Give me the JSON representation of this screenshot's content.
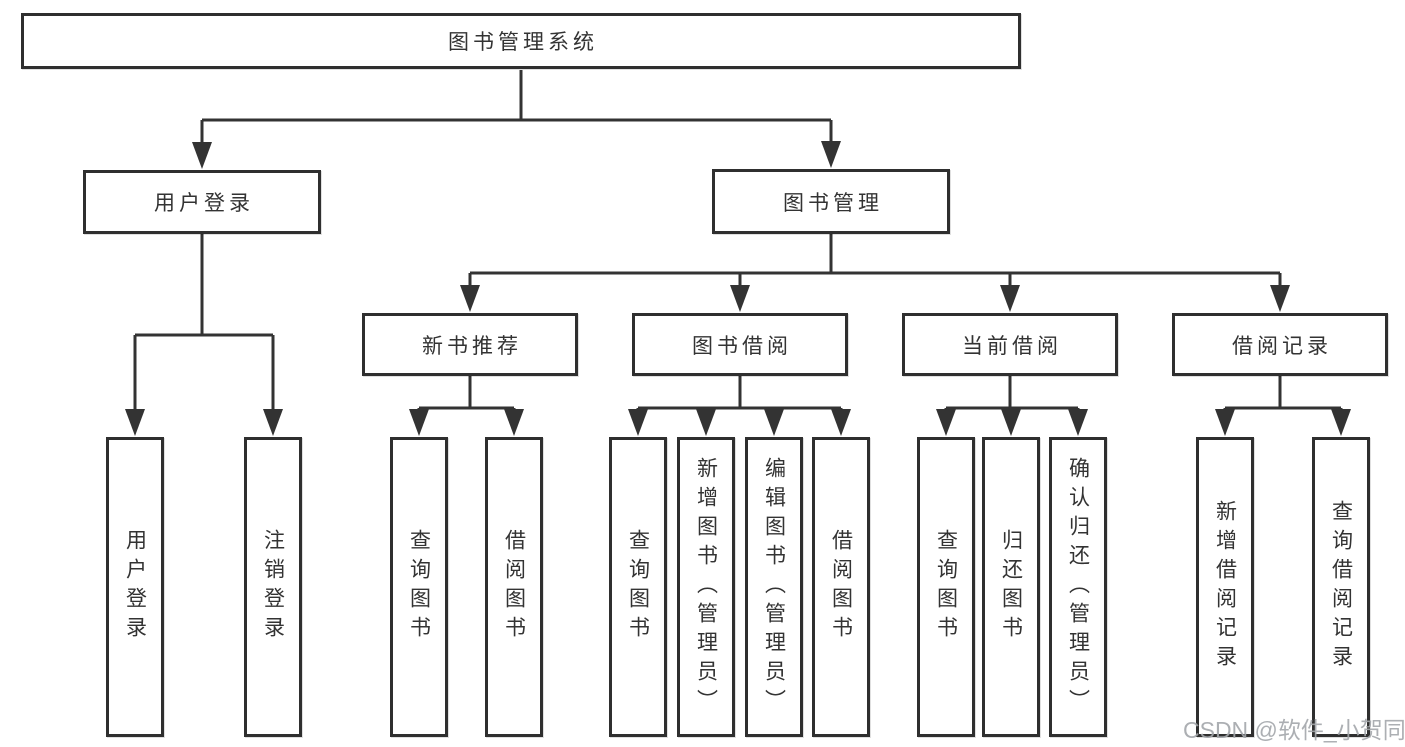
{
  "diagram": {
    "root": {
      "label": "图书管理系统"
    },
    "level2": [
      {
        "id": "user-login",
        "label": "用户登录"
      },
      {
        "id": "book-management",
        "label": "图书管理"
      }
    ],
    "level3": [
      {
        "id": "new-book-recommendation",
        "label": "新书推荐",
        "parent": "图书管理"
      },
      {
        "id": "book-borrowing",
        "label": "图书借阅",
        "parent": "图书管理"
      },
      {
        "id": "current-borrowing",
        "label": "当前借阅",
        "parent": "图书管理"
      },
      {
        "id": "borrowing-records",
        "label": "借阅记录",
        "parent": "图书管理"
      }
    ],
    "leaves": [
      {
        "parent": "用户登录",
        "label": "用户登录"
      },
      {
        "parent": "用户登录",
        "label": "注销登录"
      },
      {
        "parent": "新书推荐",
        "label": "查询图书"
      },
      {
        "parent": "新书推荐",
        "label": "借阅图书"
      },
      {
        "parent": "图书借阅",
        "label": "查询图书"
      },
      {
        "parent": "图书借阅",
        "label": "新增图书（管理员）"
      },
      {
        "parent": "图书借阅",
        "label": "编辑图书（管理员）"
      },
      {
        "parent": "图书借阅",
        "label": "借阅图书"
      },
      {
        "parent": "当前借阅",
        "label": "查询图书"
      },
      {
        "parent": "当前借阅",
        "label": "归还图书"
      },
      {
        "parent": "当前借阅",
        "label": "确认归还（管理员）"
      },
      {
        "parent": "借阅记录",
        "label": "新增借阅记录"
      },
      {
        "parent": "借阅记录",
        "label": "查询借阅记录"
      }
    ],
    "watermark": "CSDN @软件_小贺同学",
    "colors": {
      "line": "#333333",
      "text": "#333333",
      "watermark": "#a4a7ab",
      "background": "#ffffff"
    }
  }
}
